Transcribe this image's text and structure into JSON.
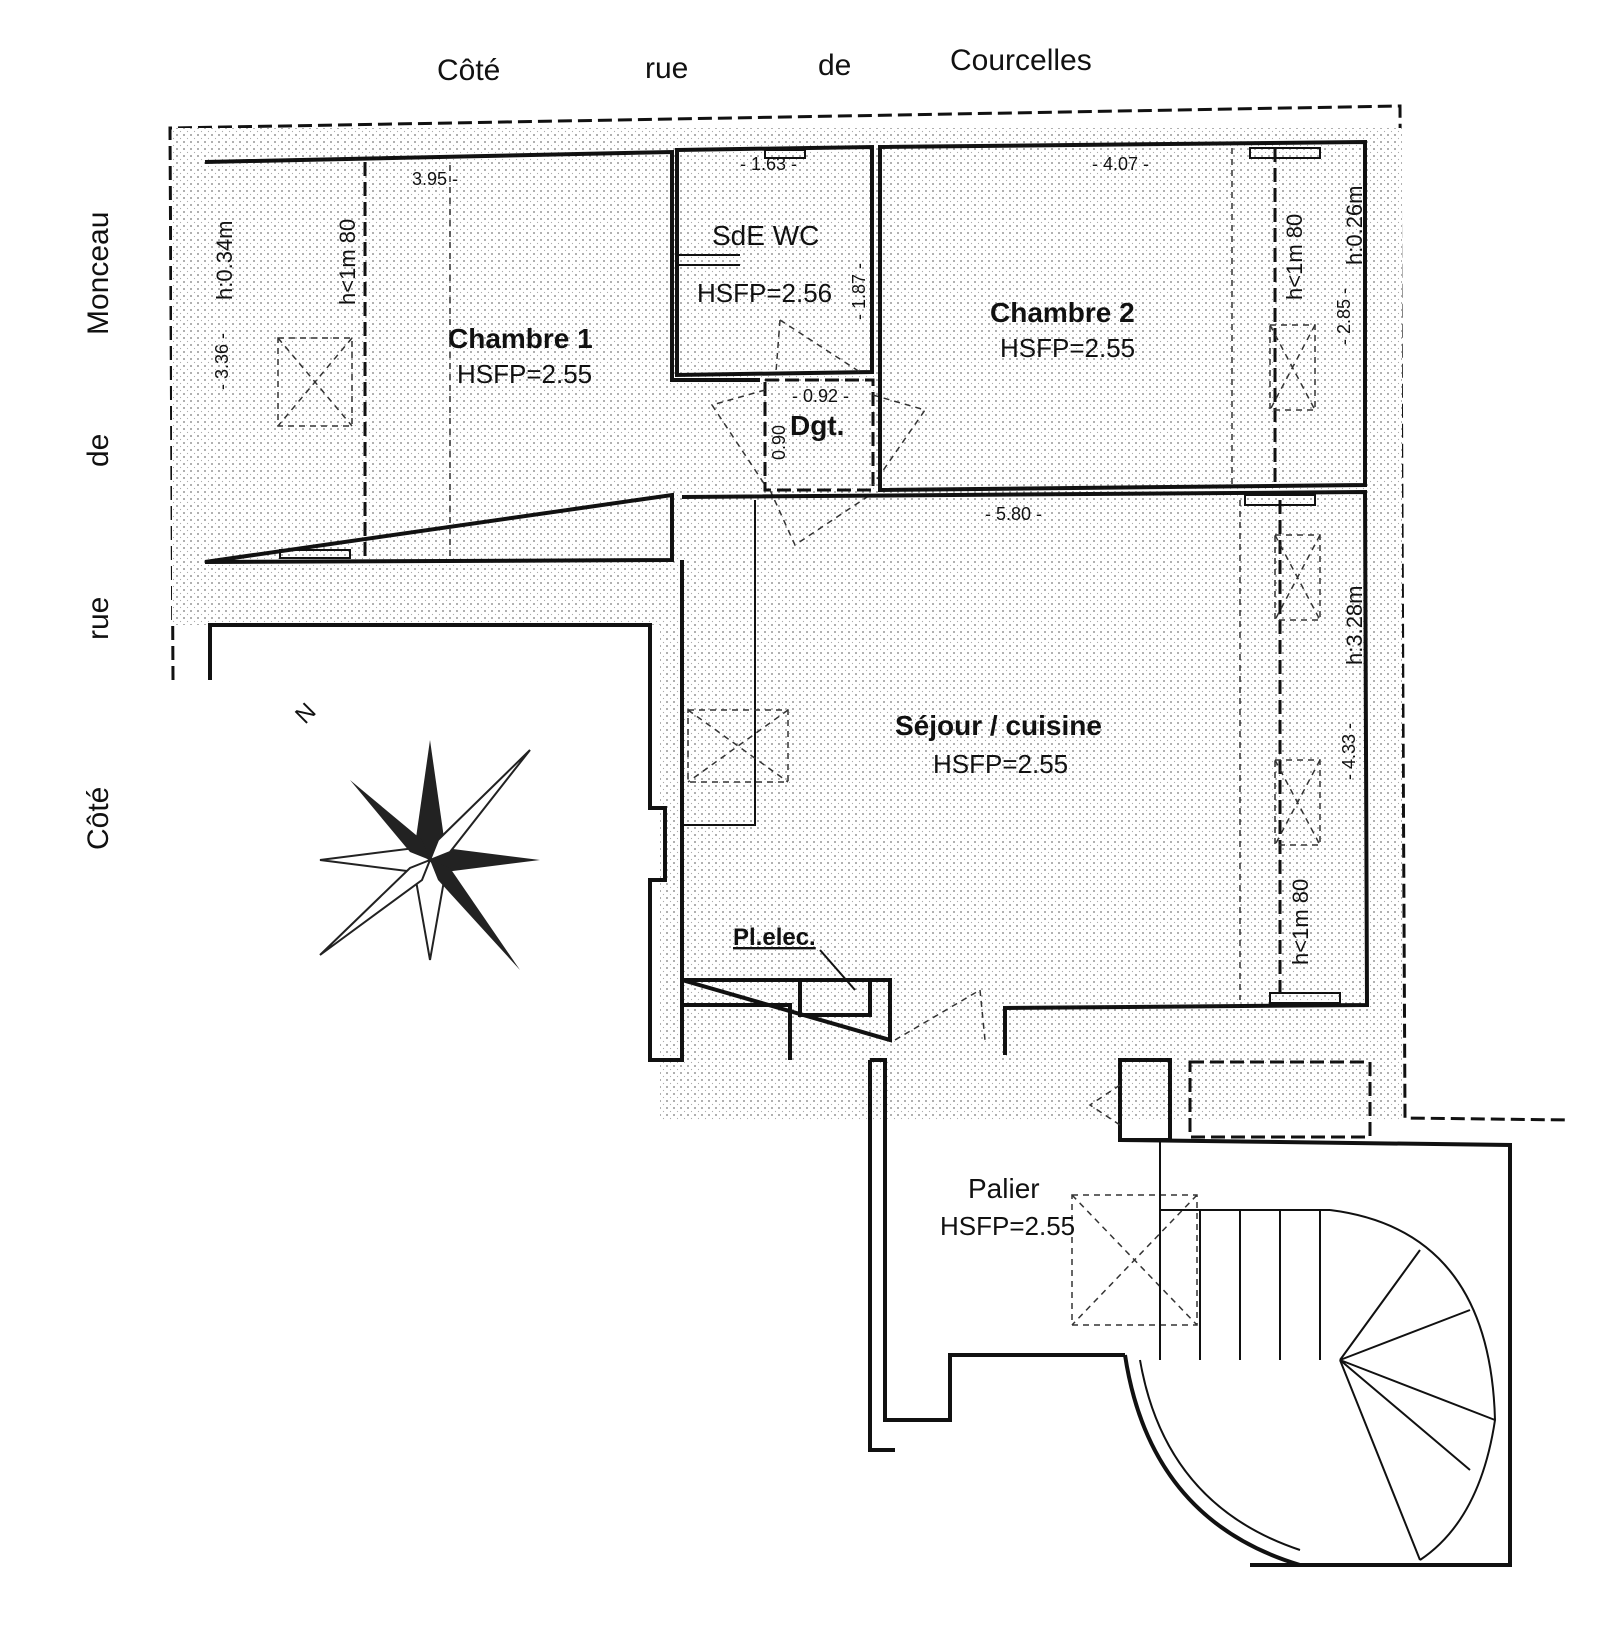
{
  "streets": {
    "top": [
      "Côté",
      "rue",
      "de",
      "Courcelles"
    ],
    "left": [
      "Côté",
      "rue",
      "de",
      "Monceau"
    ]
  },
  "rooms": {
    "chambre1": {
      "name": "Chambre 1",
      "hsfp": "HSFP=2.55"
    },
    "sde": {
      "name": "SdE WC",
      "hsfp": "HSFP=2.56"
    },
    "dgt": {
      "name": "Dgt."
    },
    "chambre2": {
      "name": "Chambre 2",
      "hsfp": "HSFP=2.55"
    },
    "sejour": {
      "name": "Séjour / cuisine",
      "hsfp": "HSFP=2.55"
    },
    "palier": {
      "name": "Palier",
      "hsfp": "HSFP=2.55"
    },
    "plelec": {
      "name": "Pl.elec."
    }
  },
  "dimensions": {
    "ch1_width": "3.95 -",
    "ch1_height": "- 3.36 -",
    "sde_width": "- 1.63 -",
    "sde_height": "- 1.87 -",
    "dgt_width": "- 0.92 -",
    "dgt_height": "0.90",
    "ch2_width": "- 4.07 -",
    "ch2_height": "- 2.85 -",
    "sejour_width": "- 5.80 -",
    "sejour_height": "- 4.33 -"
  },
  "height_notes": {
    "ch1_h034": "h:0.34m",
    "ch1_hlt": "h<1m 80",
    "ch2_hlt": "h<1m 80",
    "ch2_h026": "h:0.26m",
    "sejour_h328": "h:3.28m",
    "sejour_hlt": "h<1m 80"
  },
  "compass": {
    "north_label": "N"
  }
}
